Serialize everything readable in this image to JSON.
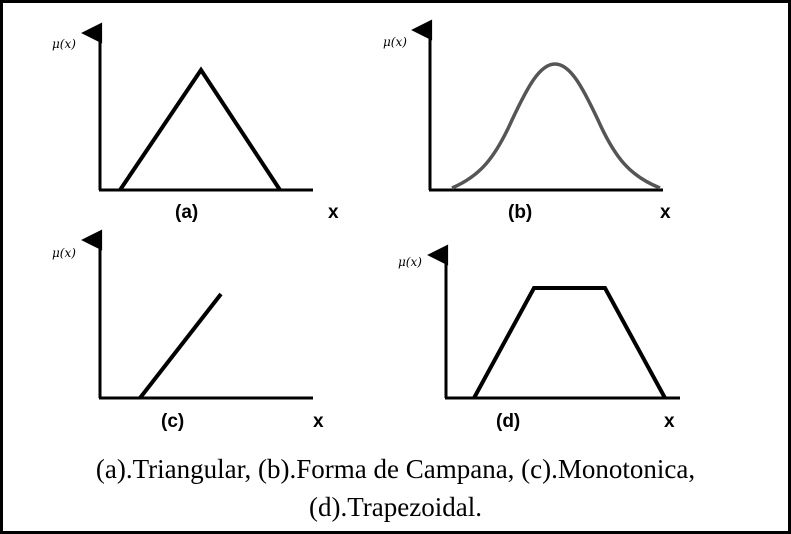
{
  "panels": [
    {
      "id": "a",
      "label": "(a)",
      "y_axis_label": "μ(x)",
      "x_axis_label": "x",
      "shape": "triangular"
    },
    {
      "id": "b",
      "label": "(b)",
      "y_axis_label": "μ(x)",
      "x_axis_label": "x",
      "shape": "bell"
    },
    {
      "id": "c",
      "label": "(c)",
      "y_axis_label": "μ(x)",
      "x_axis_label": "x",
      "shape": "monotonic"
    },
    {
      "id": "d",
      "label": "(d)",
      "y_axis_label": "μ(x)",
      "x_axis_label": "x",
      "shape": "trapezoidal"
    }
  ],
  "caption": {
    "line1": "(a).Triangular, (b).Forma de Campana, (c).Monotonica,",
    "line2": "(d).Trapezoidal."
  }
}
